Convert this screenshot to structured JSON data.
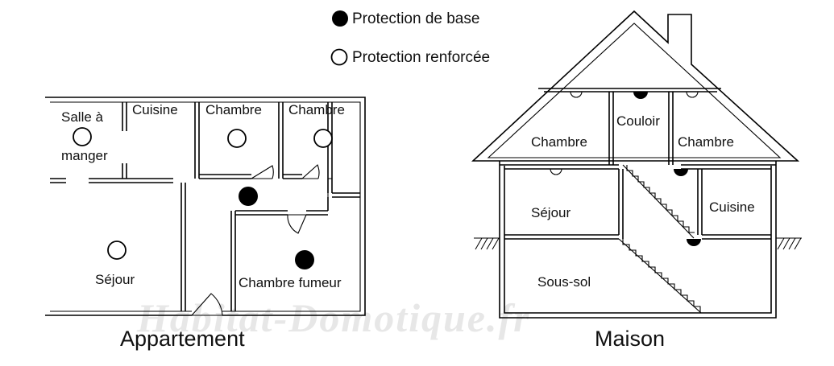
{
  "legend": {
    "basic": "Protection de base",
    "reinforced": "Protection renforcée"
  },
  "apartment": {
    "caption": "Appartement",
    "rooms": {
      "dining_line1": "Salle à",
      "dining_line2": "manger",
      "kitchen": "Cuisine",
      "bedroom_1": "Chambre",
      "bedroom_2": "Chambre",
      "living": "Séjour",
      "smoker_bedroom": "Chambre fumeur"
    }
  },
  "house": {
    "caption": "Maison",
    "rooms": {
      "bedroom_left": "Chambre",
      "corridor": "Couloir",
      "bedroom_right": "Chambre",
      "living": "Séjour",
      "kitchen": "Cuisine",
      "basement": "Sous-sol"
    }
  },
  "watermark": "Habitat-Domotique.fr",
  "colors": {
    "ink": "#000000",
    "watermark": "#e7e7e7",
    "background": "#ffffff"
  }
}
